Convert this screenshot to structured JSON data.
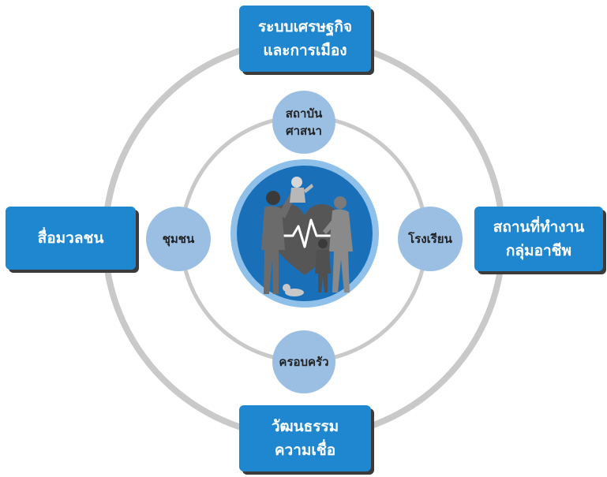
{
  "outer_boxes": {
    "top": {
      "line1": "ระบบเศรษฐกิจ",
      "line2": "และการเมือง"
    },
    "left": {
      "line1": "สื่อมวลชน"
    },
    "right": {
      "line1": "สถานที่ทำงาน",
      "line2": "กลุ่มอาชีพ"
    },
    "bottom": {
      "line1": "วัฒนธรรม",
      "line2": "ความเชื่อ"
    }
  },
  "inner_nodes": {
    "top": {
      "line1": "สถาบัน",
      "line2": "ศาสนา"
    },
    "left": {
      "line1": "ชุมชน"
    },
    "right": {
      "line1": "โรงเรียน"
    },
    "bottom": {
      "line1": "ครอบครัว"
    }
  },
  "colors": {
    "outer_box": "#1f87cf",
    "inner_node": "#9bbfe3",
    "ring": "#c8c8c8",
    "emblem_outer": "#8ec0ea",
    "emblem_inner": "#1a70b8"
  },
  "center_icon": "family-with-heart-icon"
}
